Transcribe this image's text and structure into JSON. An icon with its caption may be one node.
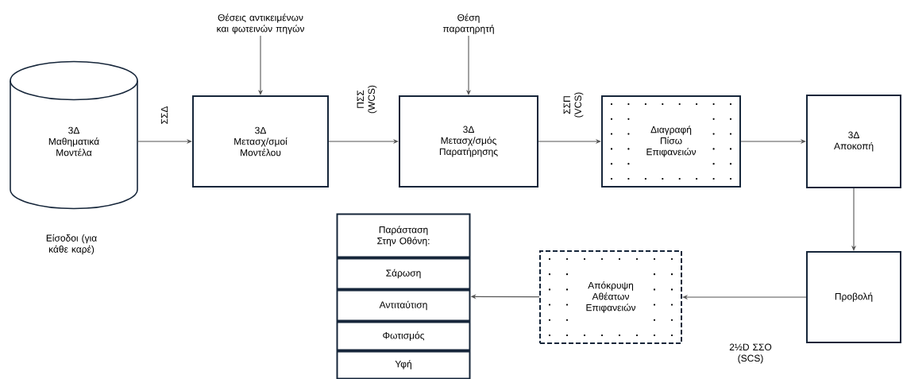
{
  "diagram": {
    "nodes": [
      {
        "text": [
          "Θέσεις αντικειμένων και φωτεινών πηγών"
        ]
      },
      {
        "text": [
          "Θέση παρατηρητή"
        ]
      },
      {
        "text": [
          "3Δ Μαθηματικά Μοντέλα"
        ],
        "beside": [
          "Είσοδοι (για κάθε καρέ)"
        ]
      },
      {
        "text": [
          "3Δ Μετασχ/σμοί Μοντέλου"
        ]
      },
      {
        "text": [
          "3Δ Μετασχ/σμός Παρατήρησης"
        ]
      },
      {
        "text": [
          "Διαγραφή Πίσω Επιφανειών"
        ]
      },
      {
        "text": [
          "3Δ Αποκοπή"
        ]
      },
      {
        "text": [
          "Προβολή"
        ]
      },
      {
        "text": [
          "Απόκρυψη Αθέατων Επιφανειών"
        ]
      },
      {
        "text": [
          "Παράσταση Στην Οθόνη:",
          "Σάρωση",
          "Αντιταύτιση",
          "Φωτισμός",
          "Υφή"
        ]
      }
    ],
    "edges": [
      {
        "from": 0,
        "to": 3,
        "arrow": "to"
      },
      {
        "from": 1,
        "to": 4,
        "arrow": "to"
      },
      {
        "from": 2,
        "to": 3,
        "arrow": "to",
        "label": "ΣΣΔ"
      },
      {
        "from": 3,
        "to": 4,
        "arrow": "to",
        "label": "ΠΣΣ (WCS)"
      },
      {
        "from": 4,
        "to": 5,
        "arrow": "to",
        "label": "ΣΣΠ (VCS)"
      },
      {
        "from": 5,
        "to": 6,
        "arrow": "to"
      },
      {
        "from": 6,
        "to": 7,
        "arrow": "to"
      },
      {
        "from": 7,
        "to": 8,
        "arrow": "to",
        "label": "2½D ΣΣΟ (SCS)"
      },
      {
        "from": 8,
        "to": 9,
        "arrow": "to"
      }
    ]
  }
}
